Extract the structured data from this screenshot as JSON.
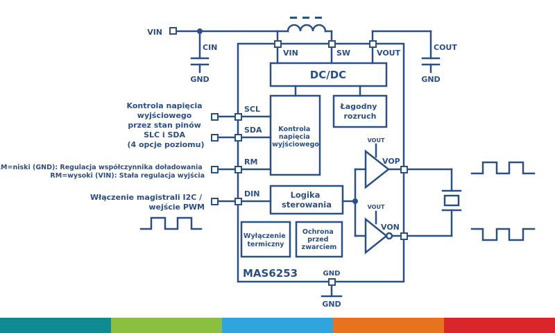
{
  "chip": {
    "name": "MAS6253"
  },
  "pins": {
    "vin_ext": "VIN",
    "vin": "VIN",
    "sw": "SW",
    "vout": "VOUT",
    "scl": "SCL",
    "sda": "SDA",
    "rm": "RM",
    "din": "DIN",
    "vop": "VOP",
    "von": "VON",
    "gnd_pin": "GND",
    "gnd_ext": "GND"
  },
  "components": {
    "cin": "CIN",
    "cout": "COUT",
    "gnd_cin": "GND",
    "gnd_cout": "GND"
  },
  "blocks": {
    "dcdc": "DC/DC",
    "soft_start": [
      "Łagodny",
      "rozruch"
    ],
    "voltage_ctrl": [
      "Kontrola",
      "napięcia",
      "wyjściowego"
    ],
    "logic": [
      "Logika",
      "sterowania"
    ],
    "thermal": [
      "Wyłączenie",
      "termiczny"
    ],
    "short_prot": [
      "Ochrona",
      "przed",
      "zwarciem"
    ]
  },
  "amplifiers": {
    "vout_top": "VOUT",
    "vout_bottom": "VOUT"
  },
  "annotations": {
    "scl_sda_note": [
      "Kontrola napięcia",
      "wyjściowego",
      "przez stan pinów",
      "SLC i SDA",
      "(4 opcje poziomu)"
    ],
    "rm_note": [
      "RM=niski (GND): Regulacja współczynnika doładowania",
      "RM=wysoki (VIN): Stała regulacja wyjścia"
    ],
    "din_note": [
      "Włączenie magistrali I2C /",
      "wejście PWM"
    ]
  },
  "colors": {
    "line": "#2a4f86",
    "text": "#2a4f86",
    "stripe": [
      "#0f8a93",
      "#8bbf3f",
      "#2fa5dc",
      "#e8731e",
      "#d9262b"
    ]
  }
}
